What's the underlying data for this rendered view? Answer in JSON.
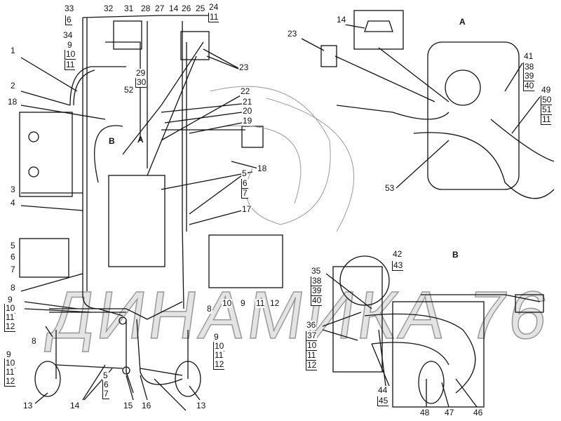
{
  "title": "Hydraulic system layout diagram",
  "watermark": "ДИНАМИКА 76",
  "views": {
    "a_main": "A",
    "b_main": "B",
    "a_detail": "A",
    "b_detail": "B"
  },
  "callouts": [
    "33",
    "6",
    "34",
    "9",
    "10",
    "11",
    "32",
    "31",
    "28",
    "27",
    "14",
    "26",
    "25",
    "24",
    "11",
    "29",
    "30",
    "52",
    "23",
    "22",
    "21",
    "20",
    "19",
    "18",
    "1",
    "2",
    "18",
    "5",
    "6",
    "7",
    "17",
    "3",
    "4",
    "5",
    "6",
    "7",
    "8",
    "9",
    "10",
    "11",
    "12",
    "8",
    "10",
    "9",
    "11",
    "12",
    "9",
    "10",
    "11",
    "12",
    "8",
    "9",
    "10",
    "11",
    "12",
    "13",
    "14",
    "5",
    "6",
    "7",
    "15",
    "16",
    "13",
    "14",
    "23",
    "41",
    "38",
    "39",
    "40",
    "49",
    "50",
    "51",
    "11",
    "53",
    "42",
    "43",
    "35",
    "38",
    "39",
    "40",
    "36",
    "37",
    "10",
    "11",
    "12",
    "44",
    "45",
    "48",
    "47",
    "46"
  ]
}
